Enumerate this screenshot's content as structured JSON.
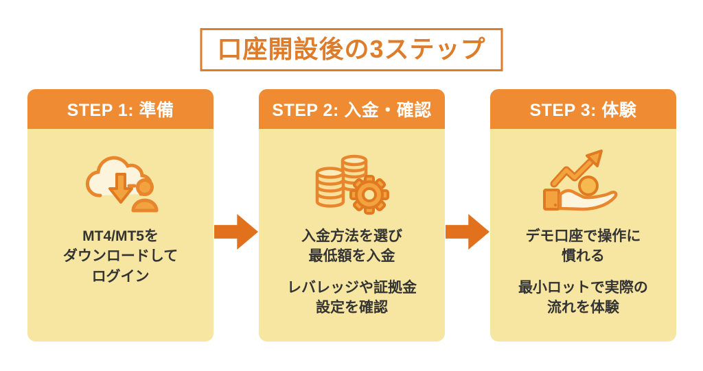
{
  "title": "口座開設後の3ステップ",
  "colors": {
    "accent_orange": "#EE8B33",
    "deep_orange": "#E2711D",
    "card_yellow": "#F6E6A2",
    "title_orange": "#DD7C2A",
    "text_dark": "#333333"
  },
  "steps": [
    {
      "header": "STEP 1: 準備",
      "icon": "cloud-download-user-icon",
      "paragraphs": [
        [
          "MT4/MT5を",
          "ダウンロードして",
          "ログイン"
        ]
      ]
    },
    {
      "header": "STEP 2: 入金・確認",
      "icon": "coins-gear-icon",
      "paragraphs": [
        [
          "入金方法を選び",
          "最低額を入金"
        ],
        [
          "レバレッジや証拠金",
          "設定を確認"
        ]
      ]
    },
    {
      "header": "STEP 3: 体験",
      "icon": "hand-coin-growth-icon",
      "paragraphs": [
        [
          "デモ口座で操作に",
          "慣れる"
        ],
        [
          "最小ロットで実際の",
          "流れを体験"
        ]
      ]
    }
  ]
}
